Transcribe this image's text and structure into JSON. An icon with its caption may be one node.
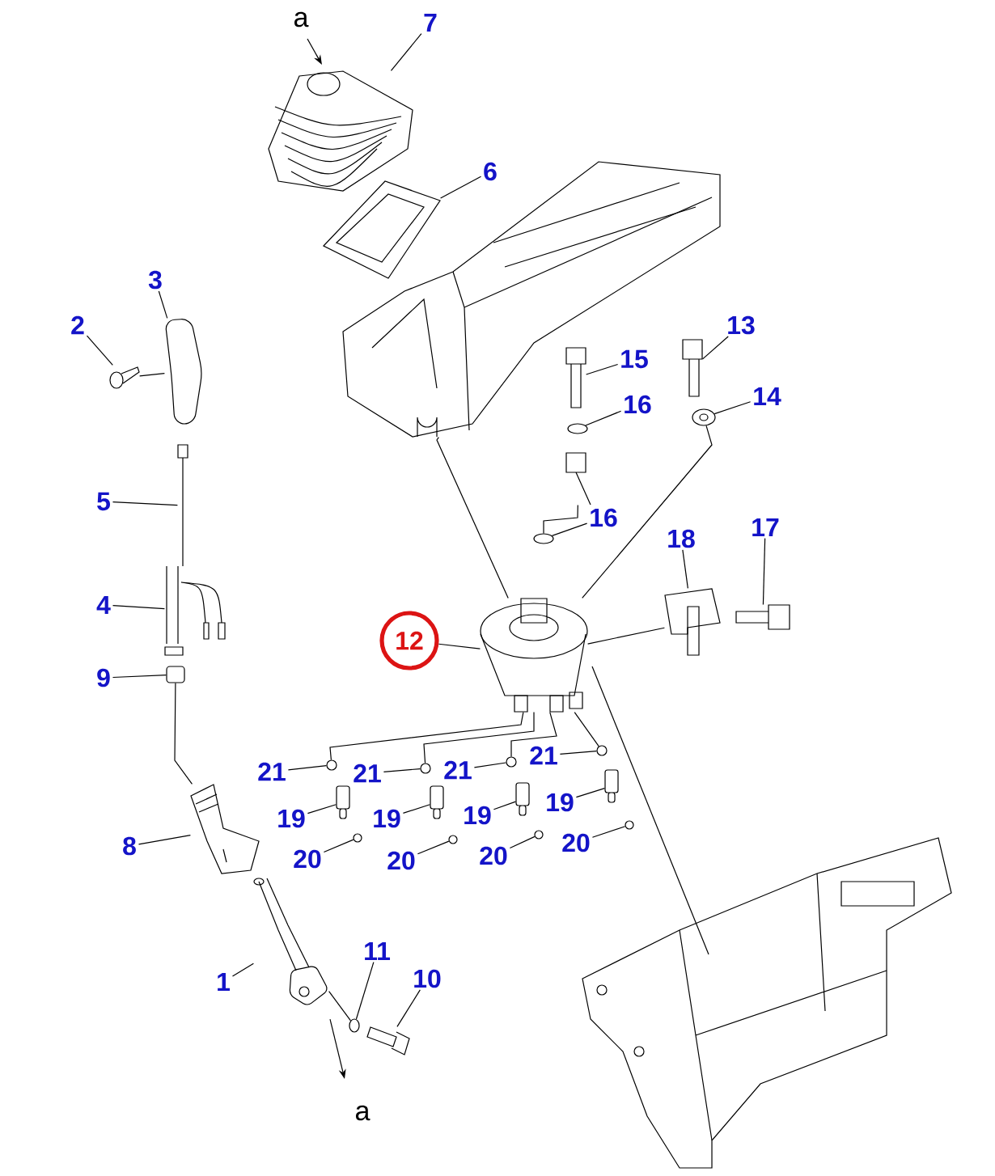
{
  "diagram": {
    "nodes": [
      {
        "text": [
          "7"
        ]
      },
      {
        "text": [
          "6"
        ]
      },
      {
        "text": [
          "3"
        ]
      },
      {
        "text": [
          "2"
        ]
      },
      {
        "text": [
          "5"
        ]
      },
      {
        "text": [
          "4"
        ]
      },
      {
        "text": [
          "9"
        ]
      },
      {
        "text": [
          "8"
        ]
      },
      {
        "text": [
          "1"
        ]
      },
      {
        "text": [
          "11"
        ]
      },
      {
        "text": [
          "10"
        ]
      },
      {
        "text": [
          "12"
        ]
      },
      {
        "text": [
          "15"
        ]
      },
      {
        "text": [
          "16"
        ]
      },
      {
        "text": [
          "13"
        ]
      },
      {
        "text": [
          "14"
        ]
      },
      {
        "text": [
          "16"
        ]
      },
      {
        "text": [
          "18"
        ]
      },
      {
        "text": [
          "17"
        ]
      },
      {
        "text": [
          "21"
        ]
      },
      {
        "text": [
          "21"
        ]
      },
      {
        "text": [
          "21"
        ]
      },
      {
        "text": [
          "21"
        ]
      },
      {
        "text": [
          "19"
        ]
      },
      {
        "text": [
          "19"
        ]
      },
      {
        "text": [
          "19"
        ]
      },
      {
        "text": [
          "19"
        ]
      },
      {
        "text": [
          "20"
        ]
      },
      {
        "text": [
          "20"
        ]
      },
      {
        "text": [
          "20"
        ]
      },
      {
        "text": [
          "20"
        ]
      },
      {
        "text": [],
        "shape": "picture"
      },
      {
        "text": [],
        "shape": "picture"
      },
      {
        "text": [],
        "shape": "picture"
      },
      {
        "text": [],
        "shape": "picture"
      },
      {
        "text": [],
        "shape": "picture"
      },
      {
        "text": [],
        "shape": "picture"
      },
      {
        "text": [],
        "shape": "box"
      },
      {
        "text": [],
        "shape": "picture"
      },
      {
        "text": [],
        "shape": "picture"
      },
      {
        "text": [],
        "shape": "circle"
      },
      {
        "text": [],
        "shape": "picture"
      },
      {
        "text": [],
        "shape": "picture"
      },
      {
        "text": [],
        "shape": "picture"
      },
      {
        "text": [],
        "shape": "circle"
      },
      {
        "text": [],
        "shape": "picture"
      },
      {
        "text": [],
        "shape": "circle"
      },
      {
        "text": [],
        "shape": "circle"
      },
      {
        "text": [],
        "shape": "picture"
      },
      {
        "text": [],
        "shape": "picture"
      },
      {
        "text": [],
        "shape": "circle"
      },
      {
        "text": [],
        "shape": "circle"
      },
      {
        "text": [],
        "shape": "circle"
      },
      {
        "text": [],
        "shape": "circle"
      },
      {
        "text": [],
        "shape": "picture"
      },
      {
        "text": [],
        "shape": "picture"
      },
      {
        "text": [],
        "shape": "picture"
      },
      {
        "text": [],
        "shape": "picture"
      },
      {
        "text": [],
        "shape": "circle"
      },
      {
        "text": [],
        "shape": "circle"
      },
      {
        "text": [],
        "shape": "circle"
      },
      {
        "text": [],
        "shape": "circle"
      },
      {
        "text": [],
        "shape": "picture"
      },
      {
        "text": [],
        "shape": "picture"
      }
    ],
    "edges": [
      {
        "from": 0,
        "to": 31,
        "arrow": "none"
      },
      {
        "from": 1,
        "to": 32,
        "arrow": "none"
      },
      {
        "from": 2,
        "to": 33,
        "arrow": "none"
      },
      {
        "from": 3,
        "to": 34,
        "arrow": "none"
      },
      {
        "from": 4,
        "to": 35,
        "arrow": "none"
      },
      {
        "from": 5,
        "to": 36,
        "arrow": "none"
      },
      {
        "from": 6,
        "to": 37,
        "arrow": "none"
      },
      {
        "from": 7,
        "to": 38,
        "arrow": "none"
      },
      {
        "from": 8,
        "to": 39,
        "arrow": "none"
      },
      {
        "from": 9,
        "to": 40,
        "arrow": "none"
      },
      {
        "from": 10,
        "to": 41,
        "arrow": "none"
      },
      {
        "from": 11,
        "to": 42,
        "arrow": "none"
      },
      {
        "from": 12,
        "to": 43,
        "arrow": "none"
      },
      {
        "from": 13,
        "to": 44,
        "arrow": "none"
      },
      {
        "from": 14,
        "to": 45,
        "arrow": "none"
      },
      {
        "from": 15,
        "to": 46,
        "arrow": "none"
      },
      {
        "from": 16,
        "to": 47,
        "arrow": "none"
      },
      {
        "from": 17,
        "to": 48,
        "arrow": "none"
      },
      {
        "from": 18,
        "to": 49,
        "arrow": "none"
      },
      {
        "from": 19,
        "to": 50,
        "arrow": "none"
      },
      {
        "from": 20,
        "to": 51,
        "arrow": "none"
      },
      {
        "from": 21,
        "to": 52,
        "arrow": "none"
      },
      {
        "from": 22,
        "to": 53,
        "arrow": "none"
      },
      {
        "from": 23,
        "to": 54,
        "arrow": "none"
      },
      {
        "from": 24,
        "to": 55,
        "arrow": "none"
      },
      {
        "from": 25,
        "to": 56,
        "arrow": "none"
      },
      {
        "from": 26,
        "to": 57,
        "arrow": "none"
      },
      {
        "from": 27,
        "to": 58,
        "arrow": "none"
      },
      {
        "from": 28,
        "to": 59,
        "arrow": "none"
      },
      {
        "from": 29,
        "to": 60,
        "arrow": "none"
      },
      {
        "from": 30,
        "to": 61,
        "arrow": "none"
      },
      {
        "from": 34,
        "to": 33,
        "arrow": "none"
      },
      {
        "from": 37,
        "to": 38,
        "arrow": "none"
      },
      {
        "from": 39,
        "to": 40,
        "arrow": "none"
      },
      {
        "from": 42,
        "to": 50,
        "arrow": "none"
      },
      {
        "from": 42,
        "to": 51,
        "arrow": "none"
      },
      {
        "from": 42,
        "to": 52,
        "arrow": "none"
      },
      {
        "from": 42,
        "to": 53,
        "arrow": "none"
      },
      {
        "from": 46,
        "to": 42,
        "arrow": "none"
      },
      {
        "from": 42,
        "to": 48,
        "arrow": "none"
      },
      {
        "from": 62,
        "to": 47,
        "arrow": "none"
      },
      {
        "from": 63,
        "to": 42,
        "arrow": "none"
      }
    ],
    "labels": [
      "a",
      "a"
    ]
  }
}
